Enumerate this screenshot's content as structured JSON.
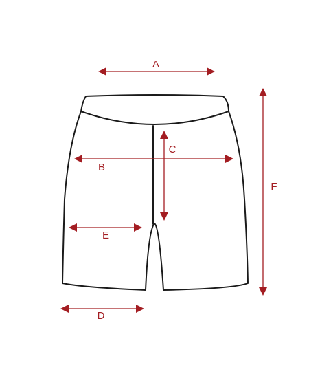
{
  "diagram": {
    "accent_color": "#a31d22",
    "outline_color": "#1a1a1a",
    "labels": {
      "A": "A",
      "B": "B",
      "C": "C",
      "D": "D",
      "E": "E",
      "F": "F"
    }
  }
}
